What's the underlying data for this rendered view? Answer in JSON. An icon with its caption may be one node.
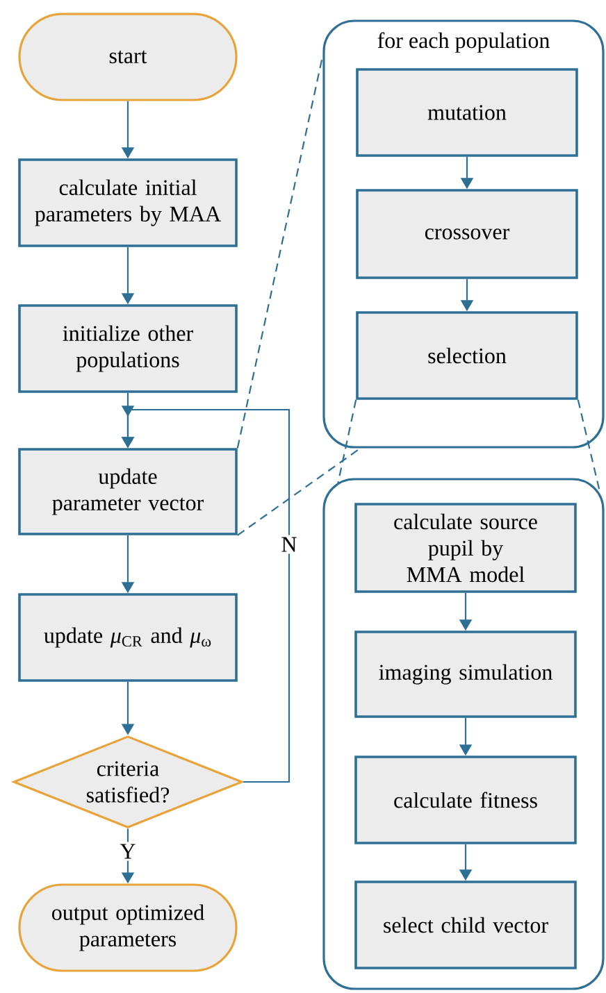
{
  "diagram": {
    "nodes": [
      {
        "text": [
          "start"
        ]
      },
      {
        "text": [
          "calculate initial parameters by MAA"
        ]
      },
      {
        "text": [
          "initialize other populations"
        ]
      },
      {
        "text": [
          "update parameter vector"
        ]
      },
      {
        "text": [
          "update *μ*$_{CR}$ and *μ*$_{ω}$"
        ]
      },
      {
        "text": [
          "criteria satisfied?"
        ]
      },
      {
        "text": [
          "output optimized parameters"
        ]
      },
      {
        "text": [
          "for each population"
        ]
      },
      {
        "text": [
          "mutation"
        ],
        "in": 7
      },
      {
        "text": [
          "crossover"
        ],
        "in": 7
      },
      {
        "text": [
          "selection"
        ],
        "in": 7
      },
      {
        "text": [],
        "shape": "box"
      },
      {
        "text": [
          "calculate source pupil by MMA model"
        ],
        "in": 11
      },
      {
        "text": [
          "imaging simulation"
        ],
        "in": 11
      },
      {
        "text": [
          "calculate fitness"
        ],
        "in": 11
      },
      {
        "text": [
          "select child vector"
        ],
        "in": 11
      }
    ],
    "edges": [
      {
        "from": 0,
        "to": 1,
        "arrow": "to"
      },
      {
        "from": 1,
        "to": 2,
        "arrow": "to"
      },
      {
        "from": 2,
        "to": 3,
        "arrow": "to"
      },
      {
        "from": 3,
        "to": 4,
        "arrow": "to"
      },
      {
        "from": 4,
        "to": 5,
        "arrow": "to"
      },
      {
        "from": 5,
        "to": 6,
        "arrow": "to",
        "label": "Y"
      },
      {
        "from": 5,
        "to": 3,
        "arrow": "to",
        "label": "N"
      },
      {
        "from": 8,
        "to": 9,
        "arrow": "to"
      },
      {
        "from": 9,
        "to": 10,
        "arrow": "to"
      },
      {
        "from": 12,
        "to": 13,
        "arrow": "to"
      },
      {
        "from": 13,
        "to": 14,
        "arrow": "to"
      },
      {
        "from": 14,
        "to": 15,
        "arrow": "to"
      },
      {
        "from": 3,
        "to": 7,
        "arrow": "none",
        "style": "dashed"
      },
      {
        "from": 3,
        "to": 7,
        "arrow": "none",
        "style": "dashed"
      },
      {
        "from": 10,
        "to": 11,
        "arrow": "none",
        "style": "dashed"
      },
      {
        "from": 10,
        "to": 11,
        "arrow": "none",
        "style": "dashed"
      }
    ]
  }
}
